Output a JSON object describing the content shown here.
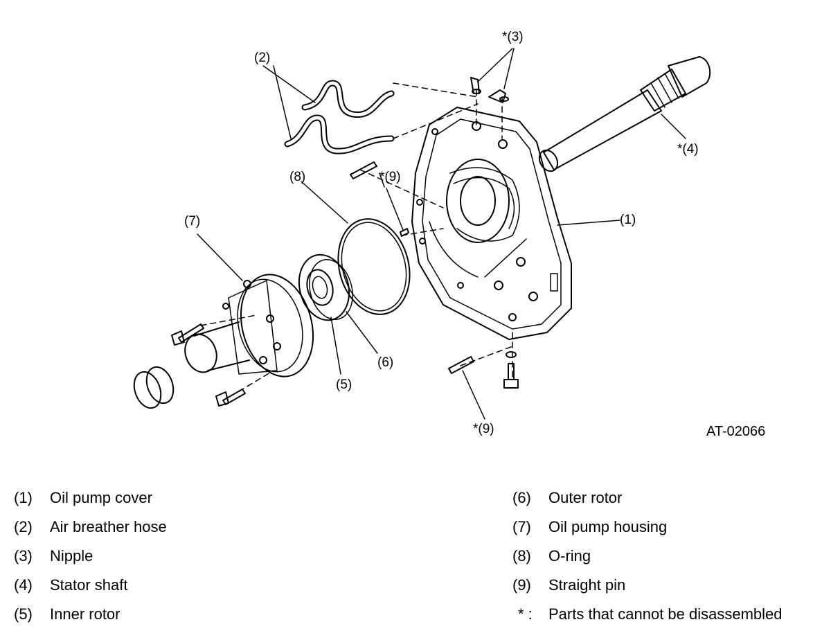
{
  "diagram": {
    "code": "AT-02066",
    "callouts": {
      "c1": "(1)",
      "c2": "(2)",
      "c3": "*(3)",
      "c4": "*(4)",
      "c5": "(5)",
      "c6": "(6)",
      "c7": "(7)",
      "c8": "(8)",
      "c9a": "*(9)",
      "c9b": "*(9)"
    }
  },
  "legend": {
    "left": [
      {
        "num": "(1)",
        "text": "Oil pump cover"
      },
      {
        "num": "(2)",
        "text": "Air breather hose"
      },
      {
        "num": "(3)",
        "text": "Nipple"
      },
      {
        "num": "(4)",
        "text": "Stator shaft"
      },
      {
        "num": "(5)",
        "text": "Inner rotor"
      }
    ],
    "right": [
      {
        "num": "(6)",
        "text": "Outer rotor"
      },
      {
        "num": "(7)",
        "text": "Oil pump housing"
      },
      {
        "num": "(8)",
        "text": "O-ring"
      },
      {
        "num": "(9)",
        "text": "Straight pin"
      },
      {
        "num": "* :",
        "text": "Parts that cannot be disassembled"
      }
    ]
  }
}
